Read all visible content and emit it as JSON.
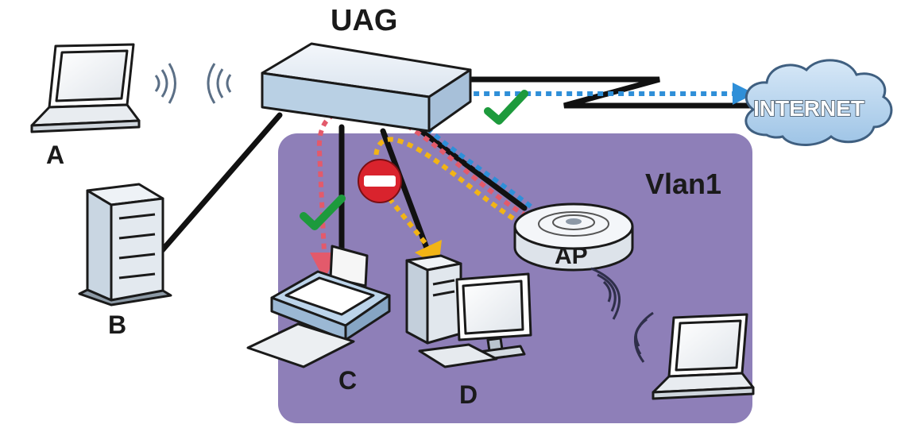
{
  "labels": {
    "uag": "UAG",
    "internet": "INTERNET",
    "vlan": "Vlan1",
    "ap": "AP",
    "a": "A",
    "b": "B",
    "c": "C",
    "d": "D"
  },
  "colors": {
    "vlan_fill": "#8e7fb8",
    "red_path": "#e35a6b",
    "yellow_path": "#f2b415",
    "blue_path": "#2f8fd8",
    "check": "#1d9a3c",
    "block": "#d9232d",
    "cable": "#111111",
    "cloud": "#b9d6ef"
  },
  "icons": [
    "laptop-icon",
    "server-icon",
    "printer-icon",
    "desktop-pc-icon",
    "access-point-icon",
    "router-icon",
    "cloud-icon",
    "wireless-wave-icon",
    "check-icon",
    "no-entry-icon"
  ]
}
